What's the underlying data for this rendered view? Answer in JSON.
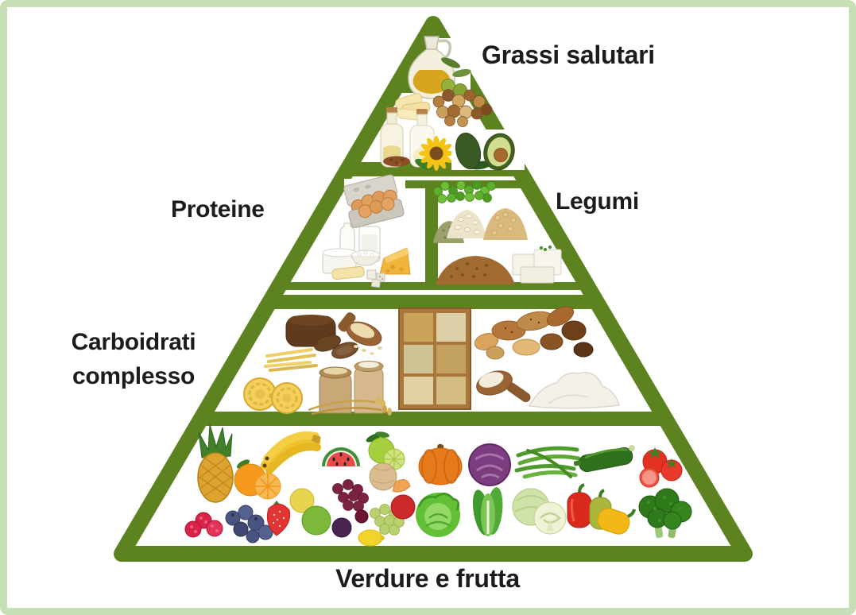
{
  "diagram": {
    "type": "food-pyramid",
    "language": "it",
    "tier_count": 4
  },
  "colors": {
    "pyramid_green": "#5d8321",
    "frame_green": "#c6dfb6",
    "background": "#ffffff",
    "label_text": "#1c1c1c"
  },
  "labels": {
    "grassi_salutari": "Grassi salutari",
    "proteine": "Proteine",
    "legumi": "Legumi",
    "carboidrati_line1": "Carboidrati",
    "carboidrati_line2": "complesso",
    "verdure_frutta": "Verdure e frutta"
  },
  "tiers": [
    {
      "level": 1,
      "position": "top",
      "label": "Grassi salutari",
      "foods": [
        "olive-oil-cruet",
        "olives",
        "butter-curls",
        "mixed-nuts",
        "oil-bottles",
        "flax-seeds",
        "sunflower",
        "avocado"
      ]
    },
    {
      "level": 2,
      "position": "middle-left-compartment",
      "label": "Proteine",
      "foods": [
        "egg-carton",
        "eggs",
        "milk-bottle",
        "milk-glass",
        "yogurt-tub",
        "cottage-cheese",
        "cheese-wedge",
        "butter",
        "cheese-cubes"
      ]
    },
    {
      "level": 2,
      "position": "middle-right-compartment",
      "label": "Legumi",
      "foods": [
        "green-peas",
        "mung-beans",
        "white-beans",
        "chickpeas",
        "lentils",
        "tofu"
      ]
    },
    {
      "level": 3,
      "position": "lower-middle",
      "label": "Carboidrati complesso",
      "foods": [
        "dark-bread",
        "bread-slices",
        "pasta-sticks",
        "tagliatelle-nests",
        "oat-scoop",
        "grain-sacks",
        "wheat-ears",
        "grain-box",
        "bread-rolls",
        "rice-scoop",
        "flour-pile"
      ]
    },
    {
      "level": 4,
      "position": "bottom",
      "label": "Verdure e frutta",
      "foods": [
        "pineapple",
        "orange",
        "bananas",
        "watermelon",
        "lime",
        "melon",
        "pumpkin",
        "red-cabbage",
        "green-beans",
        "zucchini",
        "tomatoes",
        "raspberries",
        "blueberries",
        "strawberry",
        "apples",
        "grapes",
        "plum",
        "lemon",
        "lettuce",
        "romaine-lettuce",
        "cabbage",
        "bell-peppers",
        "broccoli"
      ]
    }
  ]
}
